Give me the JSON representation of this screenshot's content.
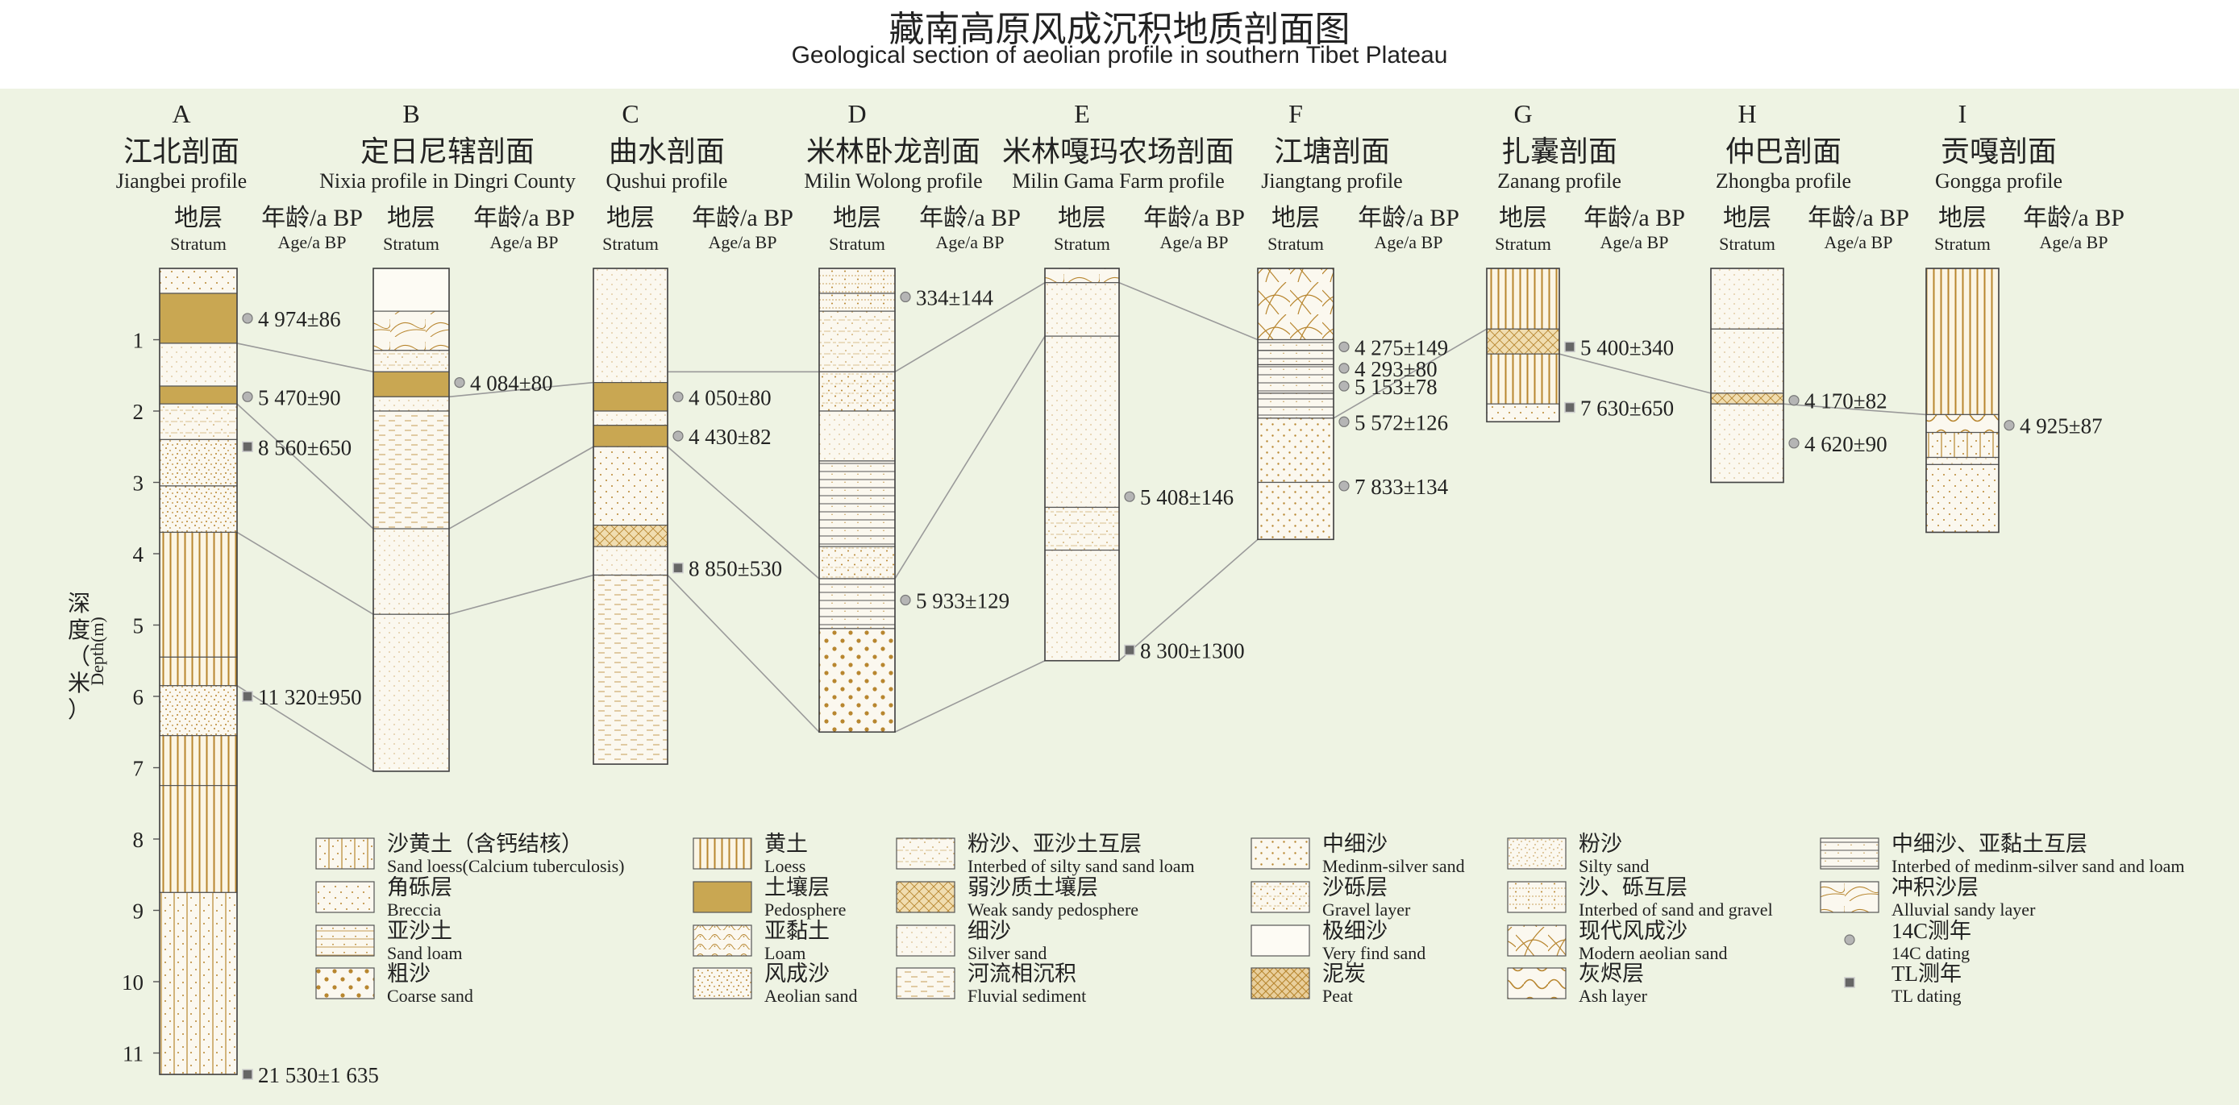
{
  "title": {
    "zh": "藏南高原风成沉积地质剖面图",
    "en": "Geological section of aeolian profile in southern Tibet Plateau"
  },
  "colors": {
    "panel": "#eef3e3",
    "sand": "#c8a85a",
    "pedosphere": "#c9a752",
    "dot": "#b8862f",
    "line": "#555555",
    "tie_line": "#9a9a9a"
  },
  "axis": {
    "label_zh": "深度（米）",
    "label_en": "Depth(m)",
    "ticks": [
      "1",
      "2",
      "3",
      "4",
      "5",
      "6",
      "7",
      "8",
      "9",
      "10",
      "11"
    ]
  },
  "column_headers": {
    "stratum_zh": "地层",
    "stratum_en": "Stratum",
    "age_zh": "年龄/a BP",
    "age_en": "Age/a BP"
  },
  "profiles": [
    {
      "letter": "A",
      "name_zh": "江北剖面",
      "name_en": "Jiangbei profile",
      "depth_m": 11.3,
      "layers": [
        {
          "from": 0.0,
          "to": 0.35,
          "type": "breccia"
        },
        {
          "from": 0.35,
          "to": 1.05,
          "type": "pedosphere"
        },
        {
          "from": 1.05,
          "to": 1.65,
          "type": "silver"
        },
        {
          "from": 1.65,
          "to": 1.9,
          "type": "pedosphere"
        },
        {
          "from": 1.9,
          "to": 2.4,
          "type": "interbed_silty"
        },
        {
          "from": 2.4,
          "to": 3.05,
          "type": "aeolian"
        },
        {
          "from": 3.05,
          "to": 3.7,
          "type": "aeolian"
        },
        {
          "from": 3.7,
          "to": 5.45,
          "type": "loess"
        },
        {
          "from": 5.45,
          "to": 5.85,
          "type": "loess"
        },
        {
          "from": 5.85,
          "to": 6.55,
          "type": "aeolian"
        },
        {
          "from": 6.55,
          "to": 7.25,
          "type": "loess"
        },
        {
          "from": 7.25,
          "to": 8.75,
          "type": "loess"
        },
        {
          "from": 8.75,
          "to": 11.3,
          "type": "sand_loess"
        }
      ],
      "dates": [
        {
          "depth": 0.7,
          "label": "4 974±86",
          "method": "C14"
        },
        {
          "depth": 1.8,
          "label": "5 470±90",
          "method": "C14"
        },
        {
          "depth": 2.5,
          "label": "8 560±650",
          "method": "TL"
        },
        {
          "depth": 6.0,
          "label": "11 320±950",
          "method": "TL"
        },
        {
          "depth": 11.3,
          "label": "21 530±1 635",
          "method": "TL"
        }
      ]
    },
    {
      "letter": "B",
      "name_zh": "定日尼辖剖面",
      "name_en": "Nixia profile in Dingri County",
      "depth_m": 7.05,
      "layers": [
        {
          "from": 0.0,
          "to": 0.6,
          "type": "very_fine"
        },
        {
          "from": 0.6,
          "to": 1.15,
          "type": "alluvial"
        },
        {
          "from": 1.15,
          "to": 1.45,
          "type": "interbed_silty"
        },
        {
          "from": 1.45,
          "to": 1.8,
          "type": "pedosphere"
        },
        {
          "from": 1.8,
          "to": 2.0,
          "type": "silver"
        },
        {
          "from": 2.0,
          "to": 3.65,
          "type": "fluvial"
        },
        {
          "from": 3.65,
          "to": 4.85,
          "type": "silver"
        },
        {
          "from": 4.85,
          "to": 7.05,
          "type": "silver"
        }
      ],
      "dates": [
        {
          "depth": 1.6,
          "label": "4 084±80",
          "method": "C14"
        }
      ]
    },
    {
      "letter": "C",
      "name_zh": "曲水剖面",
      "name_en": "Qushui profile",
      "depth_m": 6.95,
      "layers": [
        {
          "from": 0.0,
          "to": 1.6,
          "type": "silver"
        },
        {
          "from": 1.6,
          "to": 2.0,
          "type": "pedosphere"
        },
        {
          "from": 2.0,
          "to": 2.2,
          "type": "silver"
        },
        {
          "from": 2.2,
          "to": 2.5,
          "type": "pedosphere"
        },
        {
          "from": 2.5,
          "to": 3.6,
          "type": "breccia"
        },
        {
          "from": 3.6,
          "to": 3.9,
          "type": "weak_pedo"
        },
        {
          "from": 3.9,
          "to": 4.3,
          "type": "silver"
        },
        {
          "from": 4.3,
          "to": 6.95,
          "type": "fluvial"
        }
      ],
      "dates": [
        {
          "depth": 1.8,
          "label": "4 050±80",
          "method": "C14"
        },
        {
          "depth": 2.35,
          "label": "4 430±82",
          "method": "C14"
        },
        {
          "depth": 4.2,
          "label": "8 850±530",
          "method": "TL"
        }
      ]
    },
    {
      "letter": "D",
      "name_zh": "米林卧龙剖面",
      "name_en": "Milin Wolong profile",
      "depth_m": 6.5,
      "layers": [
        {
          "from": 0.0,
          "to": 0.35,
          "type": "interbed_sg"
        },
        {
          "from": 0.35,
          "to": 0.6,
          "type": "interbed_sg"
        },
        {
          "from": 0.6,
          "to": 1.45,
          "type": "interbed_silty"
        },
        {
          "from": 1.45,
          "to": 2.0,
          "type": "gravel"
        },
        {
          "from": 2.0,
          "to": 2.7,
          "type": "silver"
        },
        {
          "from": 2.7,
          "to": 3.9,
          "type": "interbed_ms"
        },
        {
          "from": 3.9,
          "to": 4.35,
          "type": "gravel"
        },
        {
          "from": 4.35,
          "to": 5.05,
          "type": "interbed_ms"
        },
        {
          "from": 5.05,
          "to": 6.5,
          "type": "coarse"
        }
      ],
      "dates": [
        {
          "depth": 0.4,
          "label": "334±144",
          "method": "C14"
        },
        {
          "depth": 4.65,
          "label": "5 933±129",
          "method": "C14"
        }
      ]
    },
    {
      "letter": "E",
      "name_zh": "米林嘎玛农场剖面",
      "name_en": "Milin Gama Farm profile",
      "depth_m": 5.5,
      "layers": [
        {
          "from": 0.0,
          "to": 0.2,
          "type": "alluvial"
        },
        {
          "from": 0.2,
          "to": 0.95,
          "type": "silver"
        },
        {
          "from": 0.95,
          "to": 3.35,
          "type": "silver"
        },
        {
          "from": 3.35,
          "to": 3.95,
          "type": "interbed_silty"
        },
        {
          "from": 3.95,
          "to": 5.5,
          "type": "silver"
        }
      ],
      "dates": [
        {
          "depth": 3.2,
          "label": "5 408±146",
          "method": "C14"
        },
        {
          "depth": 5.35,
          "label": "8 300±1300",
          "method": "TL"
        }
      ]
    },
    {
      "letter": "F",
      "name_zh": "江塘剖面",
      "name_en": "Jiangtang profile",
      "depth_m": 3.8,
      "layers": [
        {
          "from": 0.0,
          "to": 1.0,
          "type": "modern_aeolian"
        },
        {
          "from": 1.0,
          "to": 1.15,
          "type": "interbed_ms"
        },
        {
          "from": 1.15,
          "to": 1.35,
          "type": "interbed_ms"
        },
        {
          "from": 1.35,
          "to": 1.75,
          "type": "interbed_ms"
        },
        {
          "from": 1.75,
          "to": 2.1,
          "type": "interbed_ms"
        },
        {
          "from": 2.1,
          "to": 3.0,
          "type": "medium_silver"
        },
        {
          "from": 3.0,
          "to": 3.8,
          "type": "medium_silver"
        }
      ],
      "dates": [
        {
          "depth": 1.1,
          "label": "4 275±149",
          "method": "C14"
        },
        {
          "depth": 1.4,
          "label": "4 293±80",
          "method": "C14"
        },
        {
          "depth": 1.65,
          "label": "5 153±78",
          "method": "C14"
        },
        {
          "depth": 2.15,
          "label": "5 572±126",
          "method": "C14"
        },
        {
          "depth": 3.05,
          "label": "7 833±134",
          "method": "C14"
        }
      ]
    },
    {
      "letter": "G",
      "name_zh": "扎囊剖面",
      "name_en": "Zanang profile",
      "depth_m": 2.15,
      "layers": [
        {
          "from": 0.0,
          "to": 0.85,
          "type": "loess"
        },
        {
          "from": 0.85,
          "to": 1.2,
          "type": "weak_pedo"
        },
        {
          "from": 1.2,
          "to": 1.9,
          "type": "loess"
        },
        {
          "from": 1.9,
          "to": 2.15,
          "type": "breccia"
        }
      ],
      "dates": [
        {
          "depth": 1.1,
          "label": "5 400±340",
          "method": "TL"
        },
        {
          "depth": 1.95,
          "label": "7 630±650",
          "method": "TL"
        }
      ]
    },
    {
      "letter": "H",
      "name_zh": "仲巴剖面",
      "name_en": "Zhongba profile",
      "depth_m": 3.0,
      "layers": [
        {
          "from": 0.0,
          "to": 0.85,
          "type": "silver"
        },
        {
          "from": 0.85,
          "to": 1.75,
          "type": "silver"
        },
        {
          "from": 1.75,
          "to": 1.9,
          "type": "weak_pedo"
        },
        {
          "from": 1.9,
          "to": 3.0,
          "type": "silver"
        }
      ],
      "dates": [
        {
          "depth": 1.85,
          "label": "4 170±82",
          "method": "C14"
        },
        {
          "depth": 2.45,
          "label": "4 620±90",
          "method": "C14"
        }
      ]
    },
    {
      "letter": "I",
      "name_zh": "贡嘎剖面",
      "name_en": "Gongga profile",
      "depth_m": 3.7,
      "layers": [
        {
          "from": 0.0,
          "to": 2.05,
          "type": "loess"
        },
        {
          "from": 2.05,
          "to": 2.3,
          "type": "ash"
        },
        {
          "from": 2.3,
          "to": 2.65,
          "type": "sand_loess"
        },
        {
          "from": 2.65,
          "to": 2.75,
          "type": "silver"
        },
        {
          "from": 2.75,
          "to": 3.7,
          "type": "breccia"
        }
      ],
      "dates": [
        {
          "depth": 2.2,
          "label": "4 925±87",
          "method": "C14"
        }
      ]
    }
  ],
  "correlations": [
    {
      "from": {
        "profile": 0,
        "depth": 1.05
      },
      "to": {
        "profile": 1,
        "depth": 1.45
      }
    },
    {
      "from": {
        "profile": 0,
        "depth": 1.9
      },
      "to": {
        "profile": 1,
        "depth": 3.65
      }
    },
    {
      "from": {
        "profile": 0,
        "depth": 3.7
      },
      "to": {
        "profile": 1,
        "depth": 4.85
      }
    },
    {
      "from": {
        "profile": 0,
        "depth": 5.85
      },
      "to": {
        "profile": 1,
        "depth": 7.05
      }
    },
    {
      "from": {
        "profile": 1,
        "depth": 1.8
      },
      "to": {
        "profile": 2,
        "depth": 1.6
      }
    },
    {
      "from": {
        "profile": 1,
        "depth": 3.65
      },
      "to": {
        "profile": 2,
        "depth": 2.5
      }
    },
    {
      "from": {
        "profile": 1,
        "depth": 4.85
      },
      "to": {
        "profile": 2,
        "depth": 4.3
      }
    },
    {
      "from": {
        "profile": 2,
        "depth": 1.45
      },
      "to": {
        "profile": 3,
        "depth": 1.45
      }
    },
    {
      "from": {
        "profile": 2,
        "depth": 2.5
      },
      "to": {
        "profile": 3,
        "depth": 4.35
      }
    },
    {
      "from": {
        "profile": 2,
        "depth": 4.3
      },
      "to": {
        "profile": 3,
        "depth": 6.5
      }
    },
    {
      "from": {
        "profile": 3,
        "depth": 1.45
      },
      "to": {
        "profile": 4,
        "depth": 0.2
      }
    },
    {
      "from": {
        "profile": 3,
        "depth": 4.35
      },
      "to": {
        "profile": 4,
        "depth": 0.95
      }
    },
    {
      "from": {
        "profile": 3,
        "depth": 6.5
      },
      "to": {
        "profile": 4,
        "depth": 5.5
      }
    },
    {
      "from": {
        "profile": 4,
        "depth": 0.2
      },
      "to": {
        "profile": 5,
        "depth": 1.0
      }
    },
    {
      "from": {
        "profile": 4,
        "depth": 5.5
      },
      "to": {
        "profile": 5,
        "depth": 3.8
      }
    },
    {
      "from": {
        "profile": 5,
        "depth": 2.1
      },
      "to": {
        "profile": 6,
        "depth": 0.85
      }
    },
    {
      "from": {
        "profile": 6,
        "depth": 1.2
      },
      "to": {
        "profile": 7,
        "depth": 1.75
      }
    },
    {
      "from": {
        "profile": 7,
        "depth": 1.9
      },
      "to": {
        "profile": 8,
        "depth": 2.05
      }
    }
  ],
  "legend": [
    {
      "zh": "沙黄土（含钙结核）",
      "en": "Sand loess(Calcium tuberculosis)",
      "type": "sand_loess"
    },
    {
      "zh": "角砾层",
      "en": "Breccia",
      "type": "breccia"
    },
    {
      "zh": "亚沙土",
      "en": "Sand loam",
      "type": "sand_loam"
    },
    {
      "zh": "粗沙",
      "en": "Coarse sand",
      "type": "coarse"
    },
    {
      "zh": "黄土",
      "en": "Loess",
      "type": "loess"
    },
    {
      "zh": "土壤层",
      "en": "Pedosphere",
      "type": "pedosphere"
    },
    {
      "zh": "亚黏土",
      "en": "Loam",
      "type": "loam"
    },
    {
      "zh": "风成沙",
      "en": "Aeolian sand",
      "type": "aeolian"
    },
    {
      "zh": "粉沙、亚沙土互层",
      "en": "Interbed of silty sand sand loam",
      "type": "interbed_silty"
    },
    {
      "zh": "弱沙质土壤层",
      "en": "Weak sandy pedosphere",
      "type": "weak_pedo"
    },
    {
      "zh": "细沙",
      "en": "Silver sand",
      "type": "silver"
    },
    {
      "zh": "河流相沉积",
      "en": "Fluvial sediment",
      "type": "fluvial"
    },
    {
      "zh": "中细沙",
      "en": "Medinm-silver sand",
      "type": "medium_silver"
    },
    {
      "zh": "沙砾层",
      "en": "Gravel layer",
      "type": "gravel"
    },
    {
      "zh": "极细沙",
      "en": "Very find sand",
      "type": "very_fine"
    },
    {
      "zh": "泥炭",
      "en": "Peat",
      "type": "peat"
    },
    {
      "zh": "粉沙",
      "en": "Silty sand",
      "type": "silty"
    },
    {
      "zh": "沙、砾互层",
      "en": "Interbed of sand and gravel",
      "type": "interbed_sg"
    },
    {
      "zh": "现代风成沙",
      "en": "Modern aeolian sand",
      "type": "modern_aeolian"
    },
    {
      "zh": "灰烬层",
      "en": "Ash layer",
      "type": "ash"
    },
    {
      "zh": "中细沙、亚黏土互层",
      "en": "Interbed of medinm-silver sand and loam",
      "type": "interbed_ms"
    },
    {
      "zh": "冲积沙层",
      "en": "Alluvial sandy layer",
      "type": "alluvial"
    },
    {
      "zh": "14C测年",
      "en": "14C dating",
      "type": "c14"
    },
    {
      "zh": "TL测年",
      "en": "TL dating",
      "type": "tl"
    }
  ]
}
